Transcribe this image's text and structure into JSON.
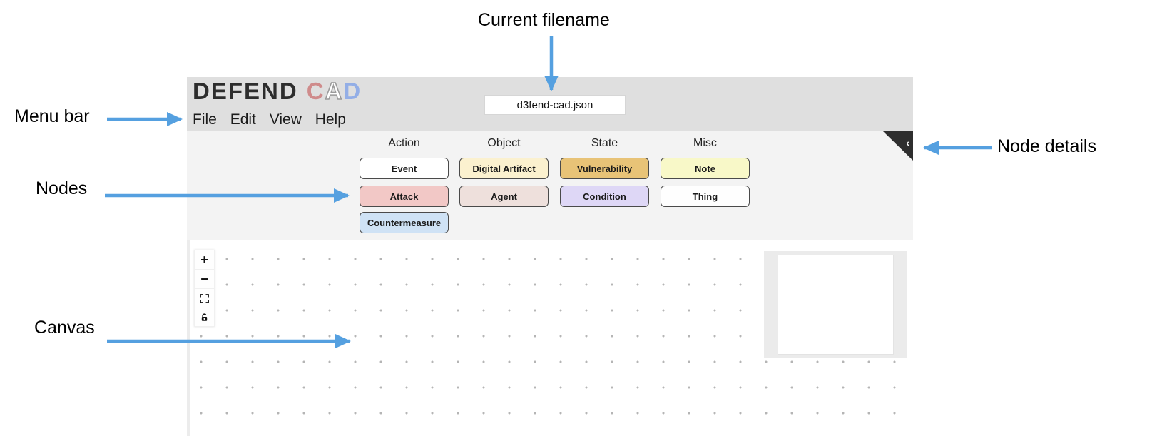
{
  "annotations": {
    "current_filename": "Current filename",
    "menu_bar": "Menu bar",
    "nodes": "Nodes",
    "canvas": "Canvas",
    "node_details": "Node details"
  },
  "app": {
    "logo": {
      "defend": "DEFEND",
      "cad_letters": [
        "C",
        "A",
        "D"
      ]
    },
    "menu": {
      "items": [
        "File",
        "Edit",
        "View",
        "Help"
      ]
    },
    "filename": "d3fend-cad.json",
    "palette": {
      "columns": [
        {
          "label": "Action"
        },
        {
          "label": "Object"
        },
        {
          "label": "State"
        },
        {
          "label": "Misc"
        }
      ],
      "nodes": {
        "event": {
          "label": "Event",
          "color": "#ffffff"
        },
        "attack": {
          "label": "Attack",
          "color": "#f2c8c6"
        },
        "countermeasure": {
          "label": "Countermeasure",
          "color": "#cfe2f5"
        },
        "digital_artifact": {
          "label": "Digital Artifact",
          "color": "#fbf1cf"
        },
        "agent": {
          "label": "Agent",
          "color": "#eee0dc"
        },
        "vulnerability": {
          "label": "Vulnerability",
          "color": "#e8c377"
        },
        "condition": {
          "label": "Condition",
          "color": "#ded7f6"
        },
        "note": {
          "label": "Note",
          "color": "#f8f8c8"
        },
        "thing": {
          "label": "Thing",
          "color": "#fefefe"
        }
      }
    },
    "node_details_chevron": "‹"
  },
  "colors": {
    "arrow_blue": "#55a0e0",
    "header_bg": "#dfdfdf",
    "palette_bg": "#f3f3f3",
    "toggle_bg": "#2e2e2e"
  }
}
